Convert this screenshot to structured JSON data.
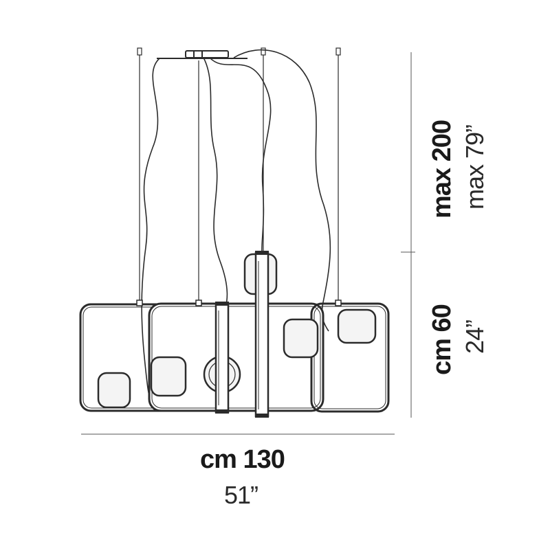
{
  "dimensions": {
    "height_max_metric": "max 200",
    "height_max_imperial": "max 79”",
    "height_body_metric": "cm 60",
    "height_body_imperial": "24”",
    "width_metric": "cm 130",
    "width_imperial": "51”"
  },
  "colors": {
    "line": "#2b2b2b",
    "dim_line": "#555555",
    "glass_fill": "#f4f4f4",
    "background": "#ffffff"
  }
}
